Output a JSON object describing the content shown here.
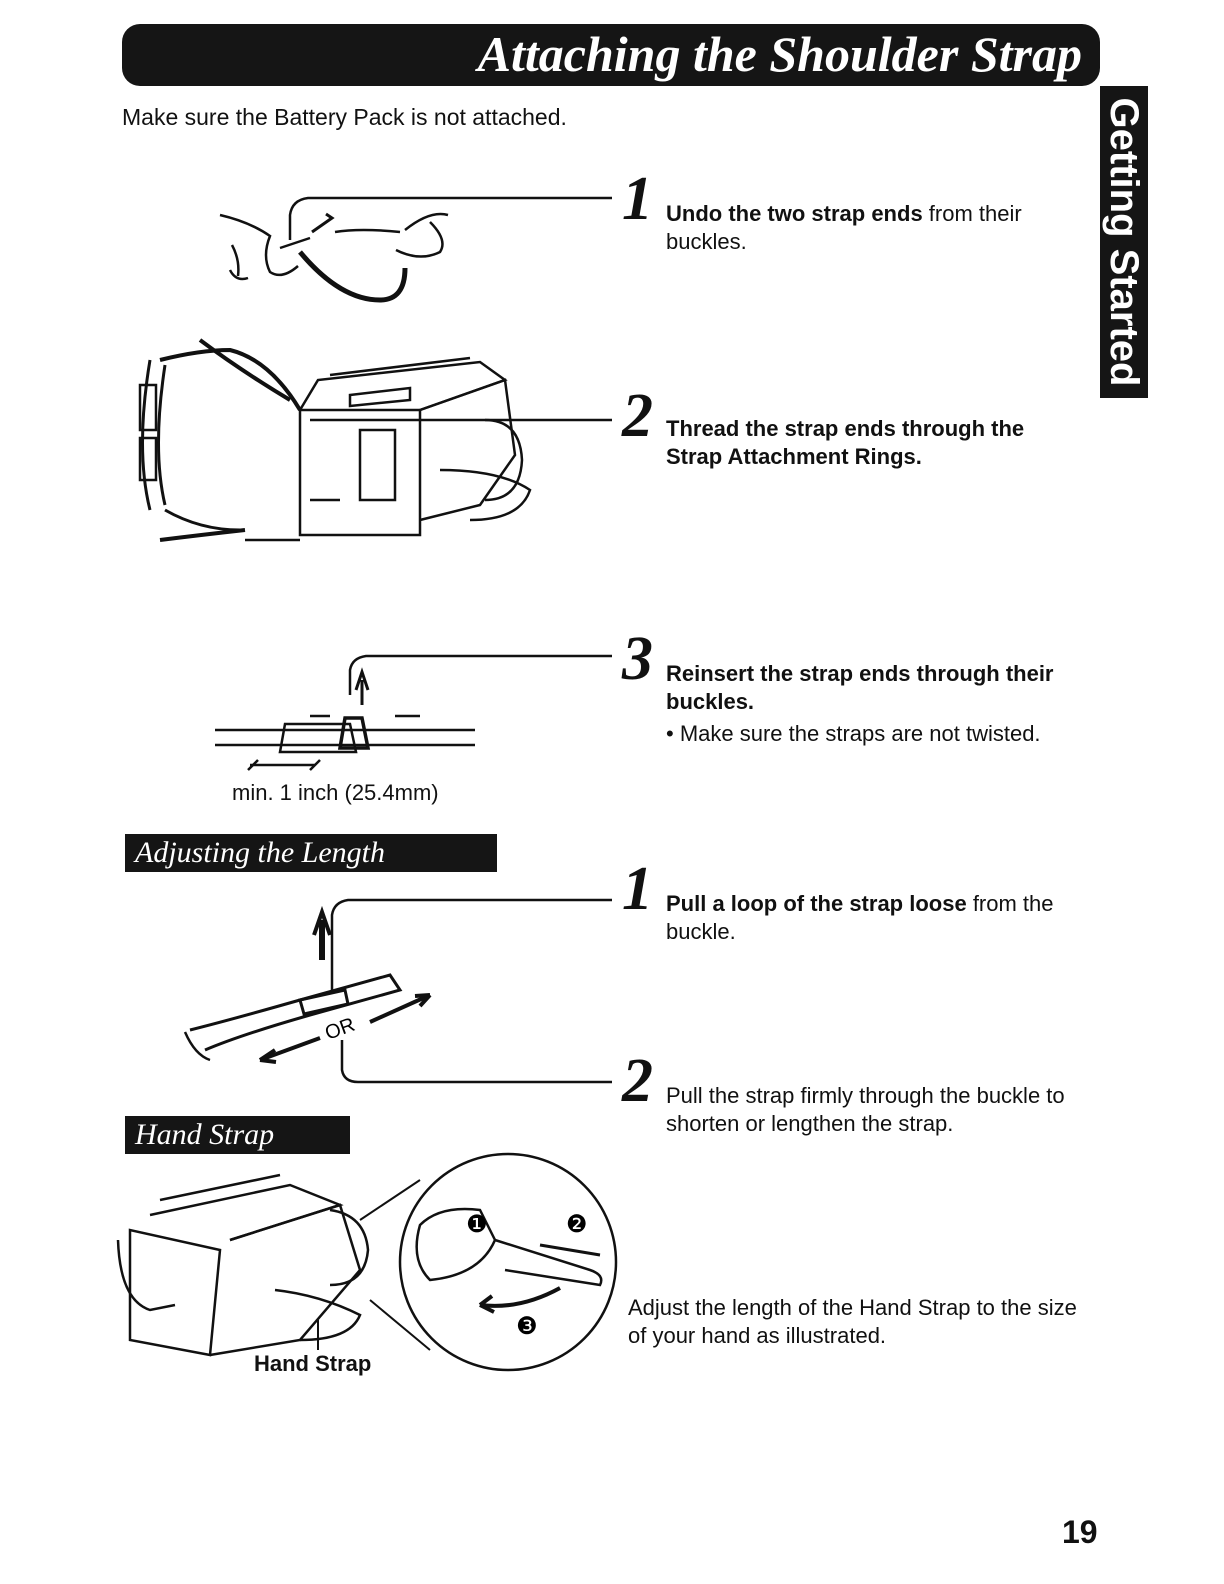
{
  "header": {
    "title": "Attaching the Shoulder Strap"
  },
  "side_tab": {
    "label": "Getting Started"
  },
  "intro": "Make sure the Battery Pack is not attached.",
  "attach_steps": [
    {
      "num": "1",
      "bold": "Undo the two strap ends",
      "text": " from their buckles."
    },
    {
      "num": "2",
      "bold": "Thread the strap ends through the Strap Attachment Rings.",
      "text": ""
    },
    {
      "num": "3",
      "bold": "Reinsert the strap ends through their buckles.",
      "text": "",
      "note": "• Make sure the straps are not twisted."
    }
  ],
  "measure_caption": "min. 1 inch (25.4mm)",
  "adjust": {
    "title": "Adjusting the Length",
    "or_label": "OR",
    "steps": [
      {
        "num": "1",
        "bold": "Pull a loop of the strap loose",
        "text": " from the buckle."
      },
      {
        "num": "2",
        "bold": "",
        "text": "Pull the strap firmly through the buckle to shorten or lengthen the strap."
      }
    ]
  },
  "hand_strap": {
    "title": "Hand Strap",
    "label": "Hand Strap",
    "markers": [
      "❶",
      "❷",
      "❸"
    ],
    "description": "Adjust the length of the Hand Strap to the size of your hand as illustrated."
  },
  "page_number": "19"
}
